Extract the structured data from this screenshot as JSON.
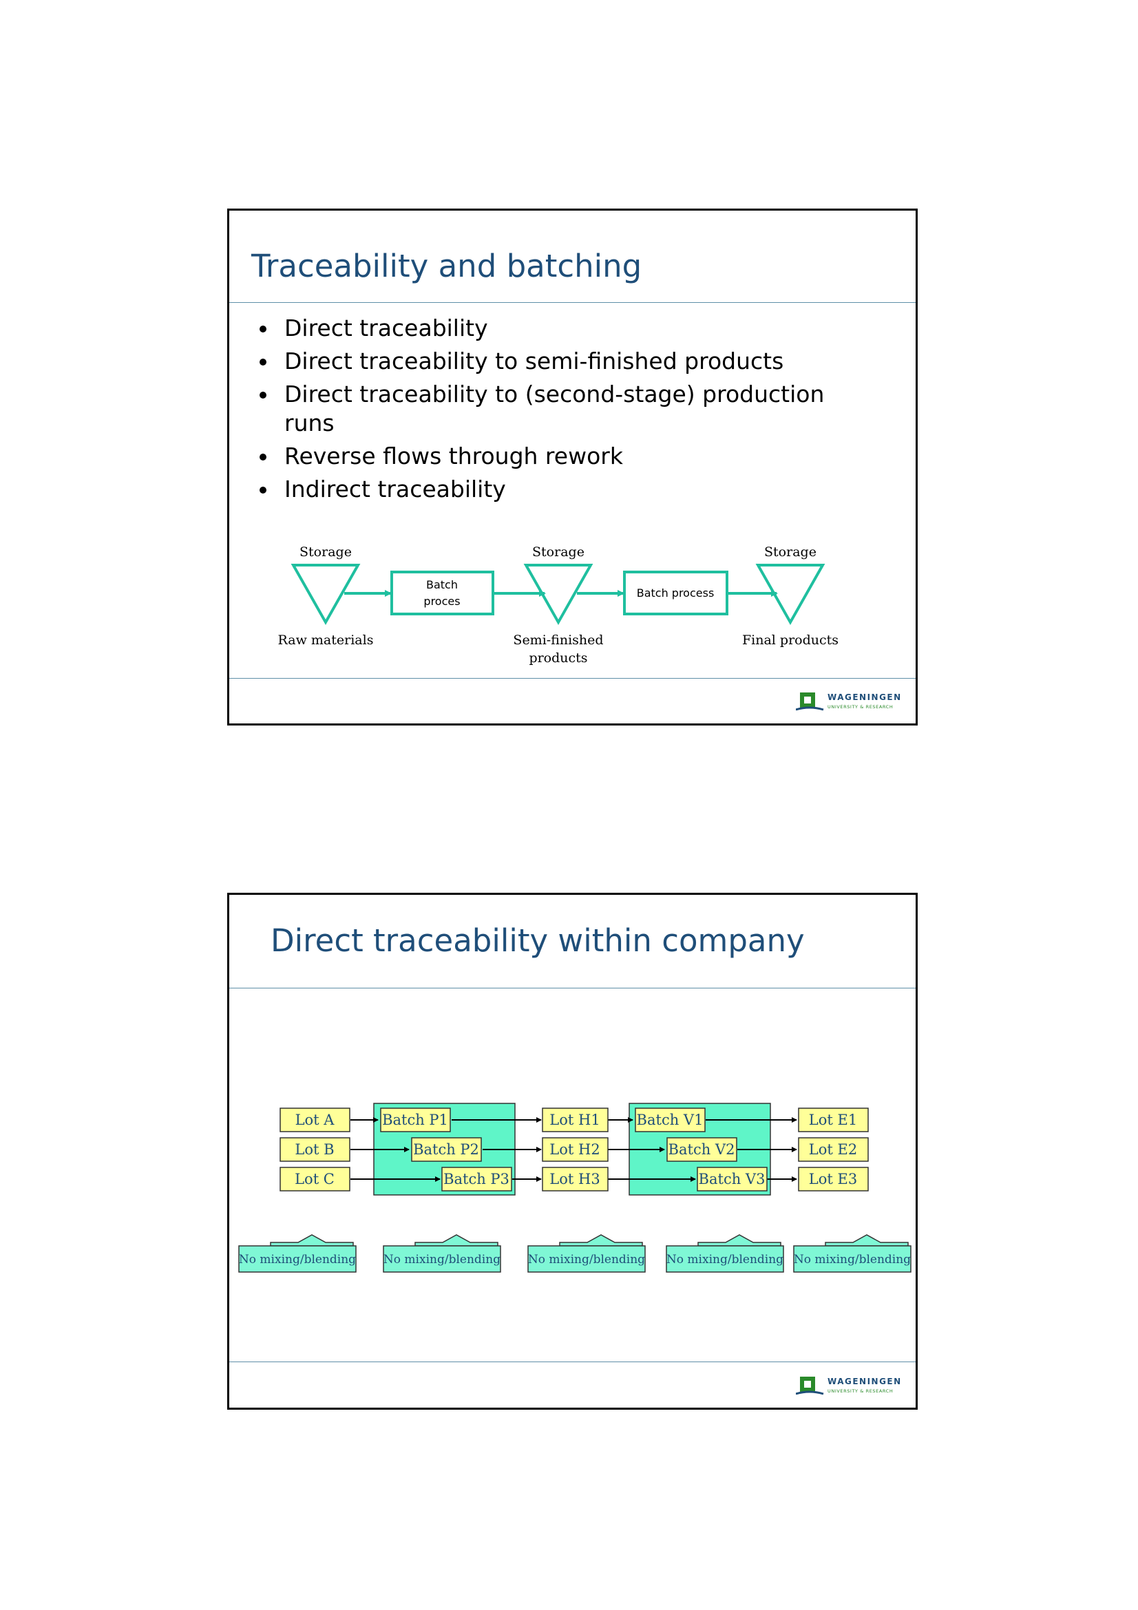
{
  "slide1": {
    "title": "Traceability and batching",
    "bullets": [
      "Direct traceability",
      "Direct traceability to semi-finished products",
      "Direct traceability to (second-stage) production runs",
      "Reverse flows through rework",
      "Indirect traceability"
    ],
    "diagram": {
      "storage_labels": [
        "Storage",
        "Storage",
        "Storage"
      ],
      "process_boxes": [
        {
          "line1": "Batch",
          "line2": "proces"
        },
        {
          "line1": "Batch process"
        }
      ],
      "stage_labels": [
        {
          "line1": "Raw materials"
        },
        {
          "line1": "Semi-finished",
          "line2": "products"
        },
        {
          "line1": "Final products"
        }
      ]
    }
  },
  "slide2": {
    "title": "Direct traceability within company",
    "diagram": {
      "lots_in": [
        "Lot A",
        "Lot B",
        "Lot C"
      ],
      "batch_p": [
        "Batch P1",
        "Batch P2",
        "Batch P3"
      ],
      "lots_h": [
        "Lot H1",
        "Lot H2",
        "Lot H3"
      ],
      "batch_v": [
        "Batch V1",
        "Batch V2",
        "Batch V3"
      ],
      "lots_out": [
        "Lot E1",
        "Lot E2",
        "Lot E3"
      ],
      "no_mixing_label": "No mixing/blending"
    }
  },
  "logo": {
    "name": "WAGENINGEN",
    "subtitle": "UNIVERSITY & RESEARCH"
  },
  "colors": {
    "title": "#1f4e79",
    "teal_stroke": "#1fbf9f",
    "lot_fill": "#ffff99",
    "batch_fill": "#5ff5c8",
    "no_mix_fill": "#7ff7d5",
    "logo_green": "#2a8a2a",
    "logo_blue": "#1f4e79"
  }
}
